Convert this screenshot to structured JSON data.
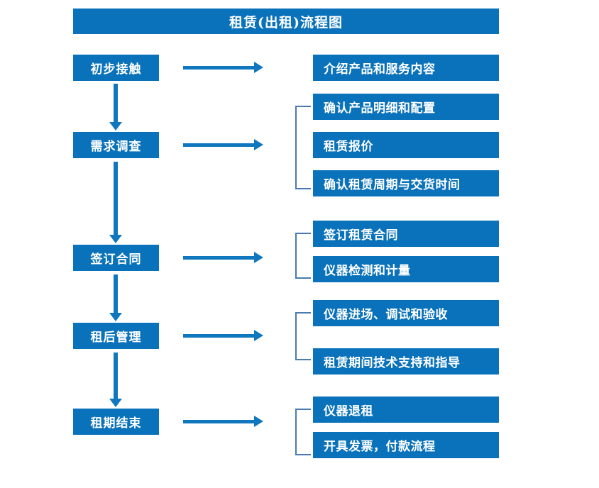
{
  "title": "租赁(出租)流程图",
  "colors": {
    "box_blue": "#0a72ba",
    "arrow_blue": "#1077bf",
    "bracket_blue": "#4a7ab0",
    "text_white": "#ffffff",
    "background": "#ffffff"
  },
  "stages": [
    {
      "label": "初步接触"
    },
    {
      "label": "需求调查"
    },
    {
      "label": "签订合同"
    },
    {
      "label": "租后管理"
    },
    {
      "label": "租期结束"
    }
  ],
  "details": {
    "group1": [
      {
        "label": "介绍产品和服务内容"
      }
    ],
    "group2": [
      {
        "label": "确认产品明细和配置"
      },
      {
        "label": "租赁报价"
      },
      {
        "label": "确认租赁周期与交货时间"
      }
    ],
    "group3": [
      {
        "label": "签订租赁合同"
      },
      {
        "label": "仪器检测和计量"
      }
    ],
    "group4": [
      {
        "label": "仪器进场、调试和验收"
      },
      {
        "label": "租赁期间技术支持和指导"
      }
    ],
    "group5": [
      {
        "label": "仪器退租"
      },
      {
        "label": "开具发票，付款流程"
      }
    ]
  }
}
